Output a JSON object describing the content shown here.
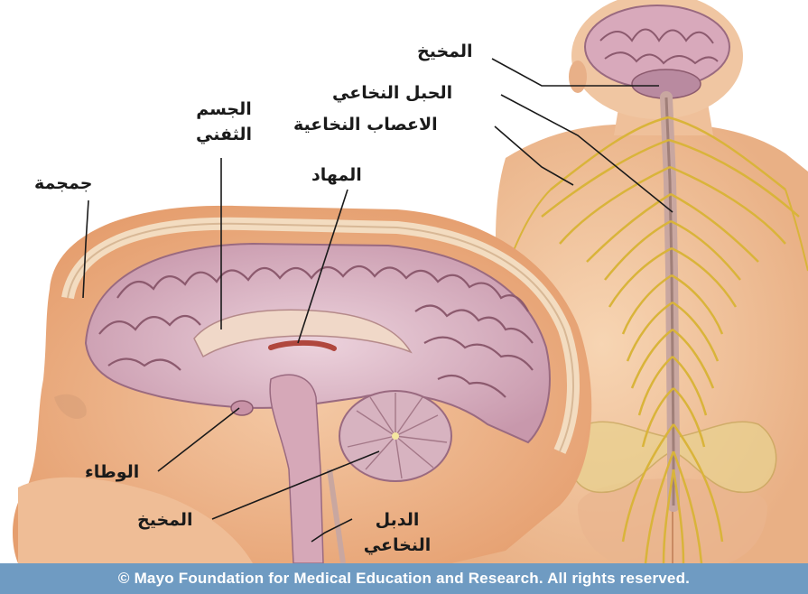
{
  "labels": {
    "brain_top": "المخيخ",
    "spinal_cord_top": "الحبل النخاعي",
    "spinal_nerves": "الاعصاب النخاعية",
    "corpus_callosum_1": "الجسم",
    "corpus_callosum_2": "الثفني",
    "thalamus": "المهاد",
    "skull": "جمجمة",
    "hypothalamus": "الوطاء",
    "cerebellum": "المخيخ",
    "spinal_cord_bottom_1": "الدبل",
    "spinal_cord_bottom_2": "النخاعي"
  },
  "footer": "© Mayo Foundation for Medical Education and Research. All rights reserved.",
  "colors": {
    "skin": "#f2c39a",
    "skin_dark": "#e8a87a",
    "brain": "#dcb6c4",
    "brain_fold": "#8c5a6e",
    "nerve": "#d9b43a",
    "footer_bg": "#6f9bc2"
  }
}
